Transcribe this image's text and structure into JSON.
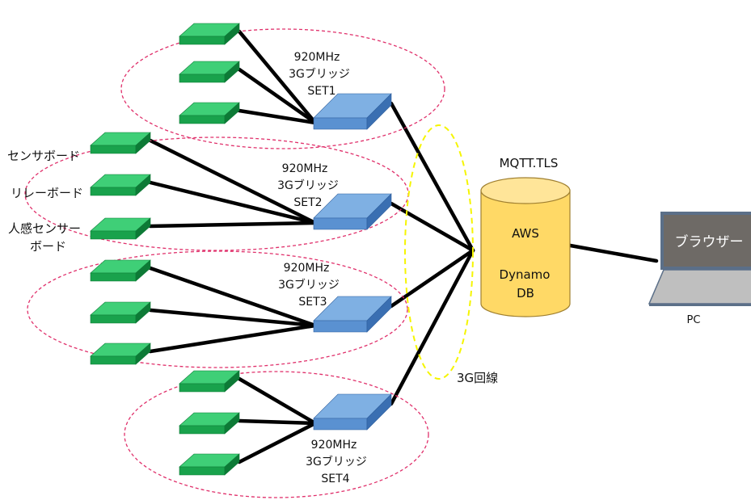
{
  "colors": {
    "board_top": "#3fcf77",
    "board_front": "#19a24c",
    "board_side": "#0d7a36",
    "bridge_top": "#7fb0e3",
    "bridge_front": "#5a91d1",
    "bridge_side": "#3a6fb2",
    "cylinder_body": "#ffd966",
    "cylinder_top": "#ffe599",
    "cylinder_stroke": "#a08030",
    "group_ellipse": "#e0306b",
    "line_ellipse": "#f5f500",
    "laptop_screen": "#6e6a66",
    "laptop_frame": "#5b6f88",
    "laptop_keyboard": "#bfbfbf"
  },
  "sets": [
    {
      "freq": "920MHz",
      "bridge": "3Gブリッジ",
      "name": "SET1"
    },
    {
      "freq": "920MHz",
      "bridge": "3Gブリッジ",
      "name": "SET2"
    },
    {
      "freq": "920MHz",
      "bridge": "3Gブリッジ",
      "name": "SET3"
    },
    {
      "freq": "920MHz",
      "bridge": "3Gブリッジ",
      "name": "SET4"
    }
  ],
  "board_labels": {
    "sensor": "センサボード",
    "relay": "リレーボード",
    "motion_line1": "人感センサー",
    "motion_line2": "ボード"
  },
  "cloud": {
    "protocol": "MQTT.TLS",
    "service": "AWS",
    "db_line1": "Dynamo",
    "db_line2": "DB"
  },
  "network_label": "3G回線",
  "client": {
    "screen_label": "ブラウザー",
    "device_label": "PC"
  },
  "icons": {
    "board": "green-board-icon",
    "bridge": "blue-bridge-icon",
    "database": "database-cylinder-icon",
    "laptop": "laptop-icon"
  }
}
